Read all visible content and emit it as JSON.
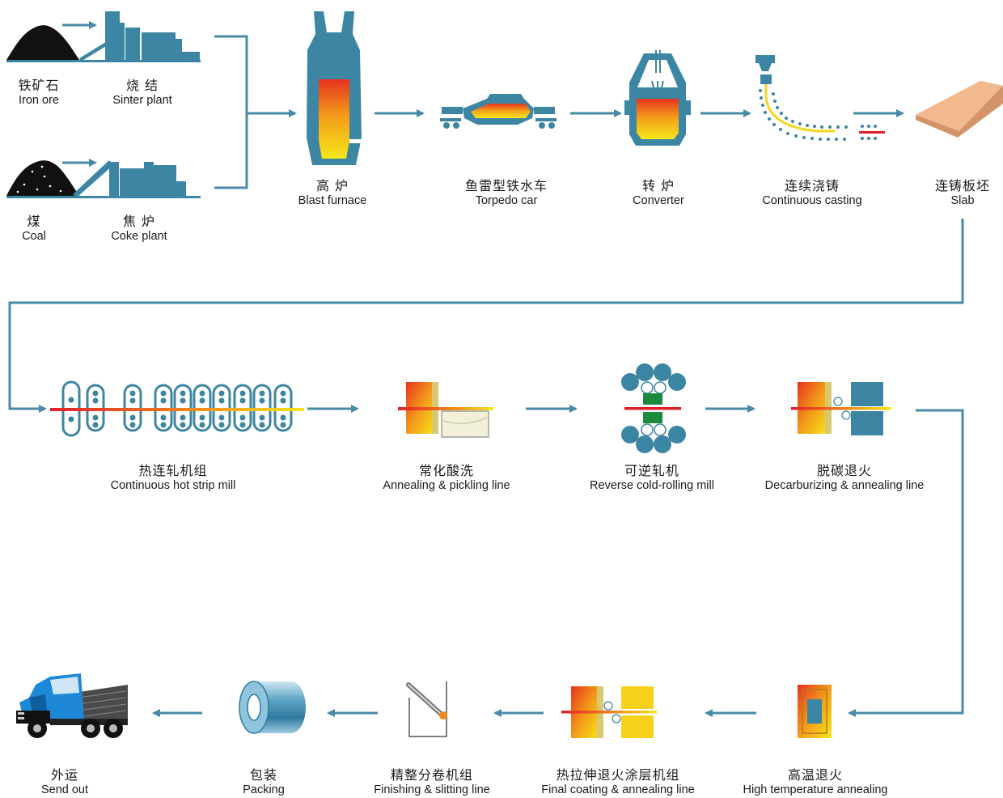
{
  "colors": {
    "flow_line": "#4a8aa6",
    "equipment": "#3d86a3",
    "material_black": "#111111",
    "molten_top": "#e8321e",
    "molten_bottom": "#f6e71a",
    "strip_red": "#e0202a",
    "roll_green": "#1b8a3c",
    "slab": "#f2b98f"
  },
  "stages": {
    "iron_ore": {
      "zh": "铁矿石",
      "en": "Iron ore"
    },
    "sinter_plant": {
      "zh": "烧 结",
      "en": "Sinter plant"
    },
    "coal": {
      "zh": "煤",
      "en": "Coal"
    },
    "coke_plant": {
      "zh": "焦 炉",
      "en": "Coke plant"
    },
    "blast_furnace": {
      "zh": "高 炉",
      "en": "Blast furnace"
    },
    "torpedo_car": {
      "zh": "鱼雷型铁水车",
      "en": "Torpedo car"
    },
    "converter": {
      "zh": "转 炉",
      "en": "Converter"
    },
    "continuous_casting": {
      "zh": "连续浇铸",
      "en": "Continuous casting"
    },
    "slab": {
      "zh": "连铸板坯",
      "en": "Slab"
    },
    "hot_strip_mill": {
      "zh": "热连轧机组",
      "en": "Continuous hot strip mill"
    },
    "annealing_pickling": {
      "zh": "常化酸洗",
      "en": "Annealing & pickling line"
    },
    "reverse_cold_rolling": {
      "zh": "可逆轧机",
      "en": "Reverse cold-rolling mill"
    },
    "decarburizing_annealing": {
      "zh": "脱碳退火",
      "en": "Decarburizing & annealing line"
    },
    "high_temp_annealing": {
      "zh": "高温退火",
      "en": "High temperature annealing"
    },
    "final_coating": {
      "zh": "热拉伸退火涂层机组",
      "en": "Final coating & annealing line"
    },
    "finishing_slitting": {
      "zh": "精整分卷机组",
      "en": "Finishing & slitting line"
    },
    "packing": {
      "zh": "包装",
      "en": "Packing"
    },
    "send_out": {
      "zh": "外运",
      "en": "Send out"
    }
  },
  "icons": [
    "ore-pile-icon",
    "sinter-plant-icon",
    "coal-pile-icon",
    "coke-plant-icon",
    "blast-furnace-icon",
    "torpedo-car-icon",
    "converter-icon",
    "continuous-caster-icon",
    "slab-icon",
    "hot-strip-mill-icon",
    "pickling-line-icon",
    "cold-rolling-mill-icon",
    "annealing-line-icon",
    "box-annealing-furnace-icon",
    "coating-line-icon",
    "slitting-line-icon",
    "steel-coil-icon",
    "dump-truck-icon"
  ]
}
